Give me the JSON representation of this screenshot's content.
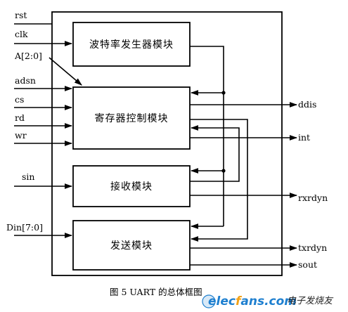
{
  "blocks": {
    "baud": "波特率发生器模块",
    "reg": "寄存器控制模块",
    "rx": "接收模块",
    "tx": "发送模块"
  },
  "inputs": {
    "rst": "rst",
    "clk": "clk",
    "addr": "A[2:0]",
    "adsn": "adsn",
    "cs": "cs",
    "rd": "rd",
    "wr": "wr",
    "sin": "sin",
    "din": "Din[7:0]"
  },
  "outputs": {
    "ddis": "ddis",
    "int": "int",
    "rxrdyn": "rxrdyn",
    "txrdyn": "txrdyn",
    "sout": "sout"
  },
  "caption": "图 5 UART 的总体框图",
  "watermark": {
    "site_prefix": "elec",
    "site_o": "f",
    "site_suffix": "ans.com",
    "text_cn": "电子发烧友"
  }
}
